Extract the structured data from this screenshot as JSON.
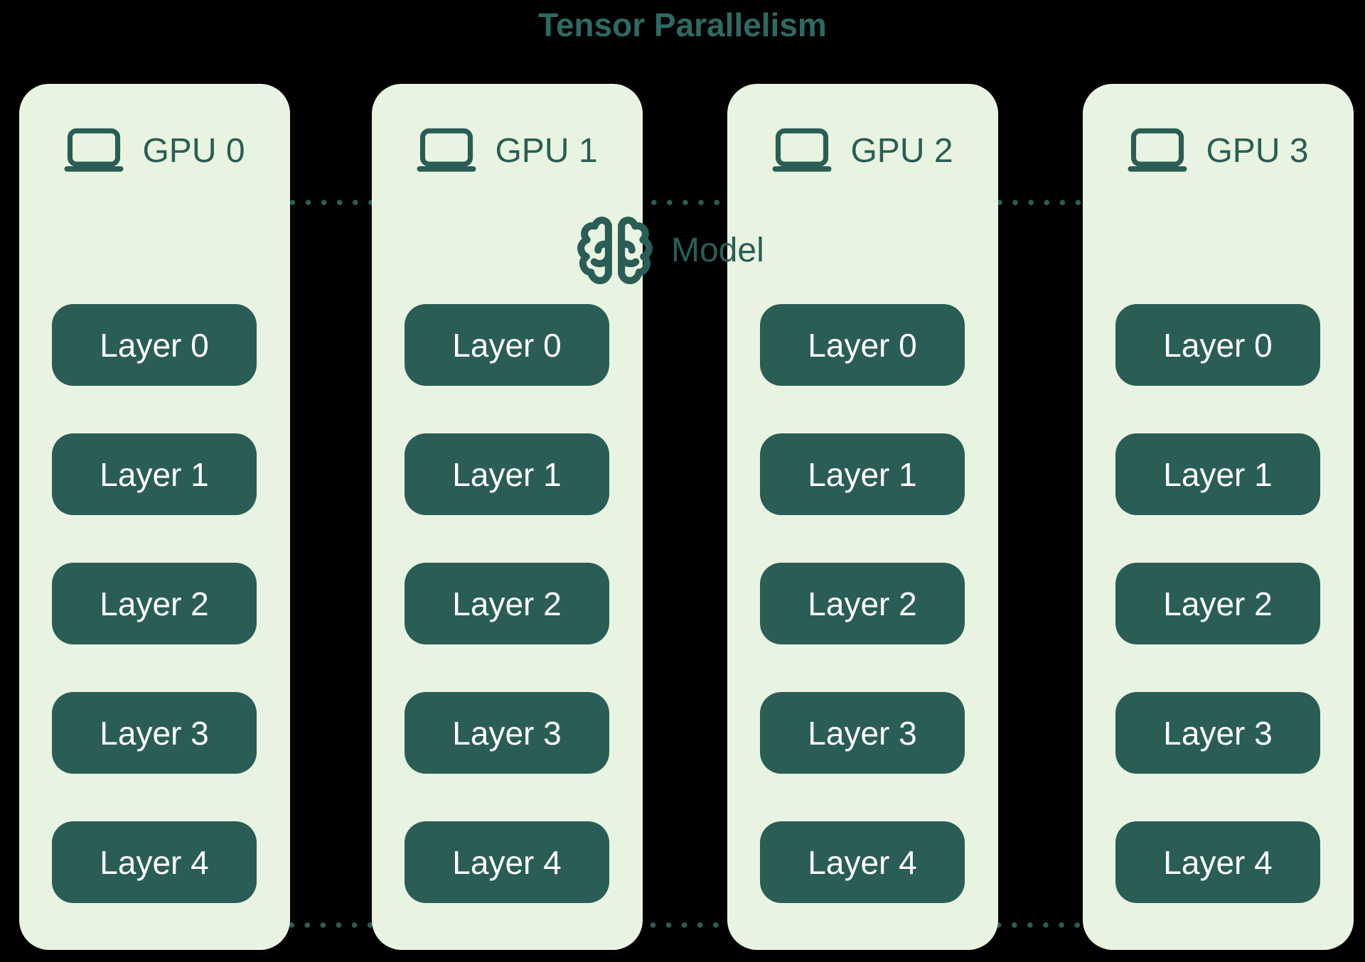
{
  "title": "Tensor Parallelism",
  "model": {
    "label": "Model",
    "icon": "brain-icon"
  },
  "gpu_icon": "laptop-icon",
  "colors": {
    "background": "#000000",
    "column_bg": "#e8f4e1",
    "teal": "#2a5d55",
    "title_text": "#2d6a62",
    "layer_text": "#ffffff",
    "dotted_border": "#2a5d55"
  },
  "gpus": [
    {
      "label": "GPU 0",
      "layers": [
        "Layer 0",
        "Layer 1",
        "Layer 2",
        "Layer 3",
        "Layer 4"
      ]
    },
    {
      "label": "GPU 1",
      "layers": [
        "Layer 0",
        "Layer 1",
        "Layer 2",
        "Layer 3",
        "Layer 4"
      ]
    },
    {
      "label": "GPU 2",
      "layers": [
        "Layer 0",
        "Layer 1",
        "Layer 2",
        "Layer 3",
        "Layer 4"
      ]
    },
    {
      "label": "GPU 3",
      "layers": [
        "Layer 0",
        "Layer 1",
        "Layer 2",
        "Layer 3",
        "Layer 4"
      ]
    }
  ]
}
